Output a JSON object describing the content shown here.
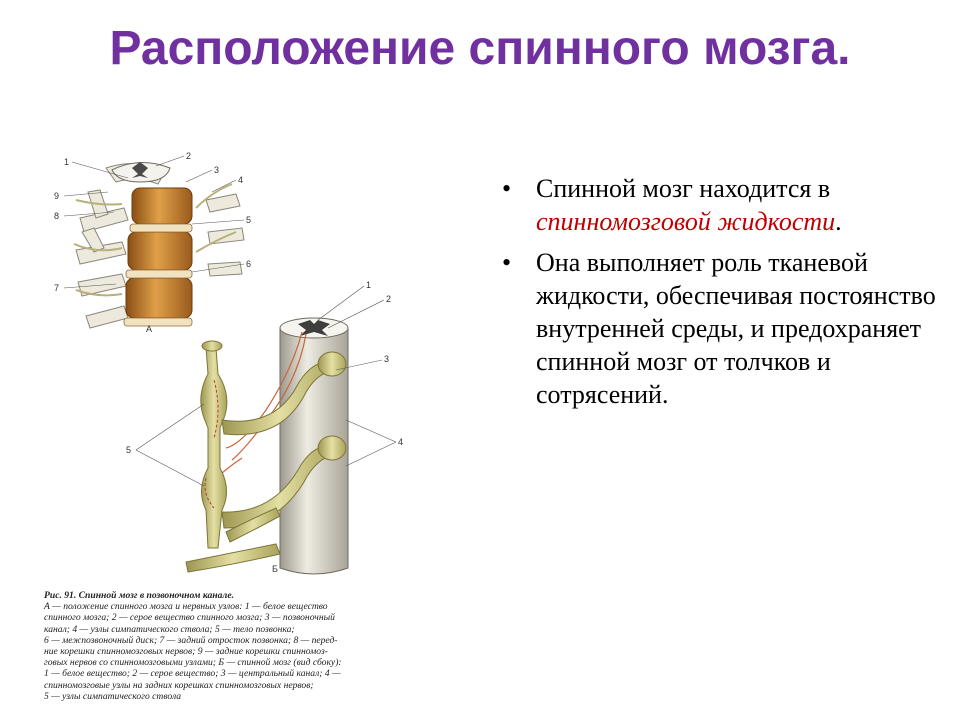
{
  "slide": {
    "title": "Расположение спинного мозга."
  },
  "bullets": [
    {
      "before": "Спинной мозг находится в ",
      "accent": "спинномозговой жидкости",
      "after": "."
    },
    {
      "text": "Она выполняет роль тканевой жидкости, обеспечивая постоянство внутренней среды, и предохраняет спинной мозг от толчков и сотрясений."
    }
  ],
  "bullet_symbol": "•",
  "figure": {
    "labels_a": [
      "1",
      "2",
      "3",
      "4",
      "5",
      "6",
      "7",
      "8",
      "9"
    ],
    "label_a": "А",
    "labels_b": [
      "1",
      "2",
      "3",
      "4",
      "5"
    ],
    "label_b": "Б"
  },
  "caption": {
    "title": "Рис. 91. Спинной мозг в позвоночном канале.",
    "lines": [
      "А — положение спинного мозга и нервных узлов: 1 — белое вещество",
      "спинного мозга; 2 — серое вещество спинного мозга; 3 — позвоночный",
      "канал; 4 — узлы симпатического ствола; 5 — тело позвонка;",
      "6 — межпозвоночный диск; 7 — задний отросток позвонка; 8 — перед-",
      "ние корешки спинномозговых нервов; 9 — задние корешки спинномоз-",
      "говых нервов со спинномозговыми узлами; Б — спинной мозг (вид сбоку):",
      "1 — белое вещество; 2 — серое вещество; 3 — центральный канал; 4 —",
      "спинномозговые узлы на задних корешках спинномозговых нервов;",
      "5 — узлы симпатического ствола"
    ]
  },
  "colors": {
    "title": "#7030A0",
    "accent": "#C00000",
    "vertebra": "#C8862E",
    "nerve": "#C9C47A",
    "cord": "#D8D4C8"
  }
}
